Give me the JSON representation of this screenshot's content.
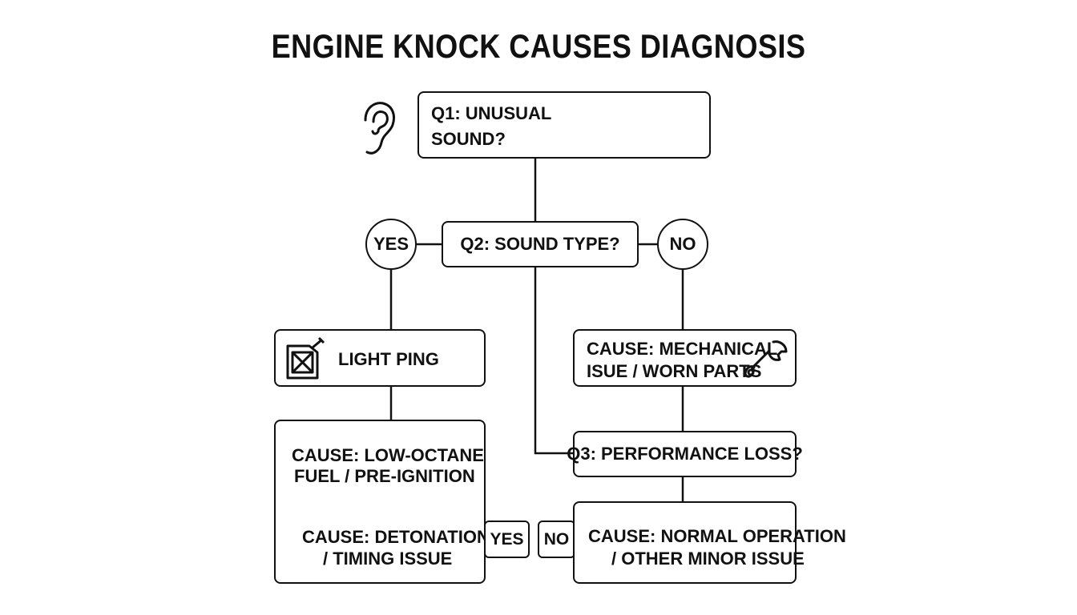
{
  "title": "ENGINE KNOCK CAUSES DIAGNOSIS",
  "nodes": {
    "q1": {
      "line1": "Q1: UNUSUAL",
      "line2": "SOUND?"
    },
    "q2": {
      "text": "Q2: SOUND TYPE?"
    },
    "yes_top": {
      "text": "YES"
    },
    "no_top": {
      "text": "NO"
    },
    "light_ping": {
      "text": "LIGHT PING"
    },
    "mechanical": {
      "line1": "CAUSE: MECHANICAL",
      "line2": "ISUE / WORN PARTS"
    },
    "q3": {
      "text": "Q3: PERFORMANCE LOSS?"
    },
    "low_octane": {
      "line1": "CAUSE: LOW-OCTANE",
      "line2": "FUEL / PRE-IGNITION",
      "line3": "CAUSE: DETONATION",
      "line4": "/ TIMING ISSUE"
    },
    "yes_bottom": {
      "text": "YES"
    },
    "no_bottom": {
      "text": "NO"
    },
    "normal": {
      "line1": "CAUSE: NORMAL OPERATION",
      "line2": "/ OTHER MINOR ISSUE"
    }
  },
  "icons": {
    "q1": "ear-icon",
    "light_ping": "fuel-can-icon",
    "mechanical": "wrench-icon"
  },
  "colors": {
    "ink": "#111111",
    "background": "#ffffff"
  }
}
